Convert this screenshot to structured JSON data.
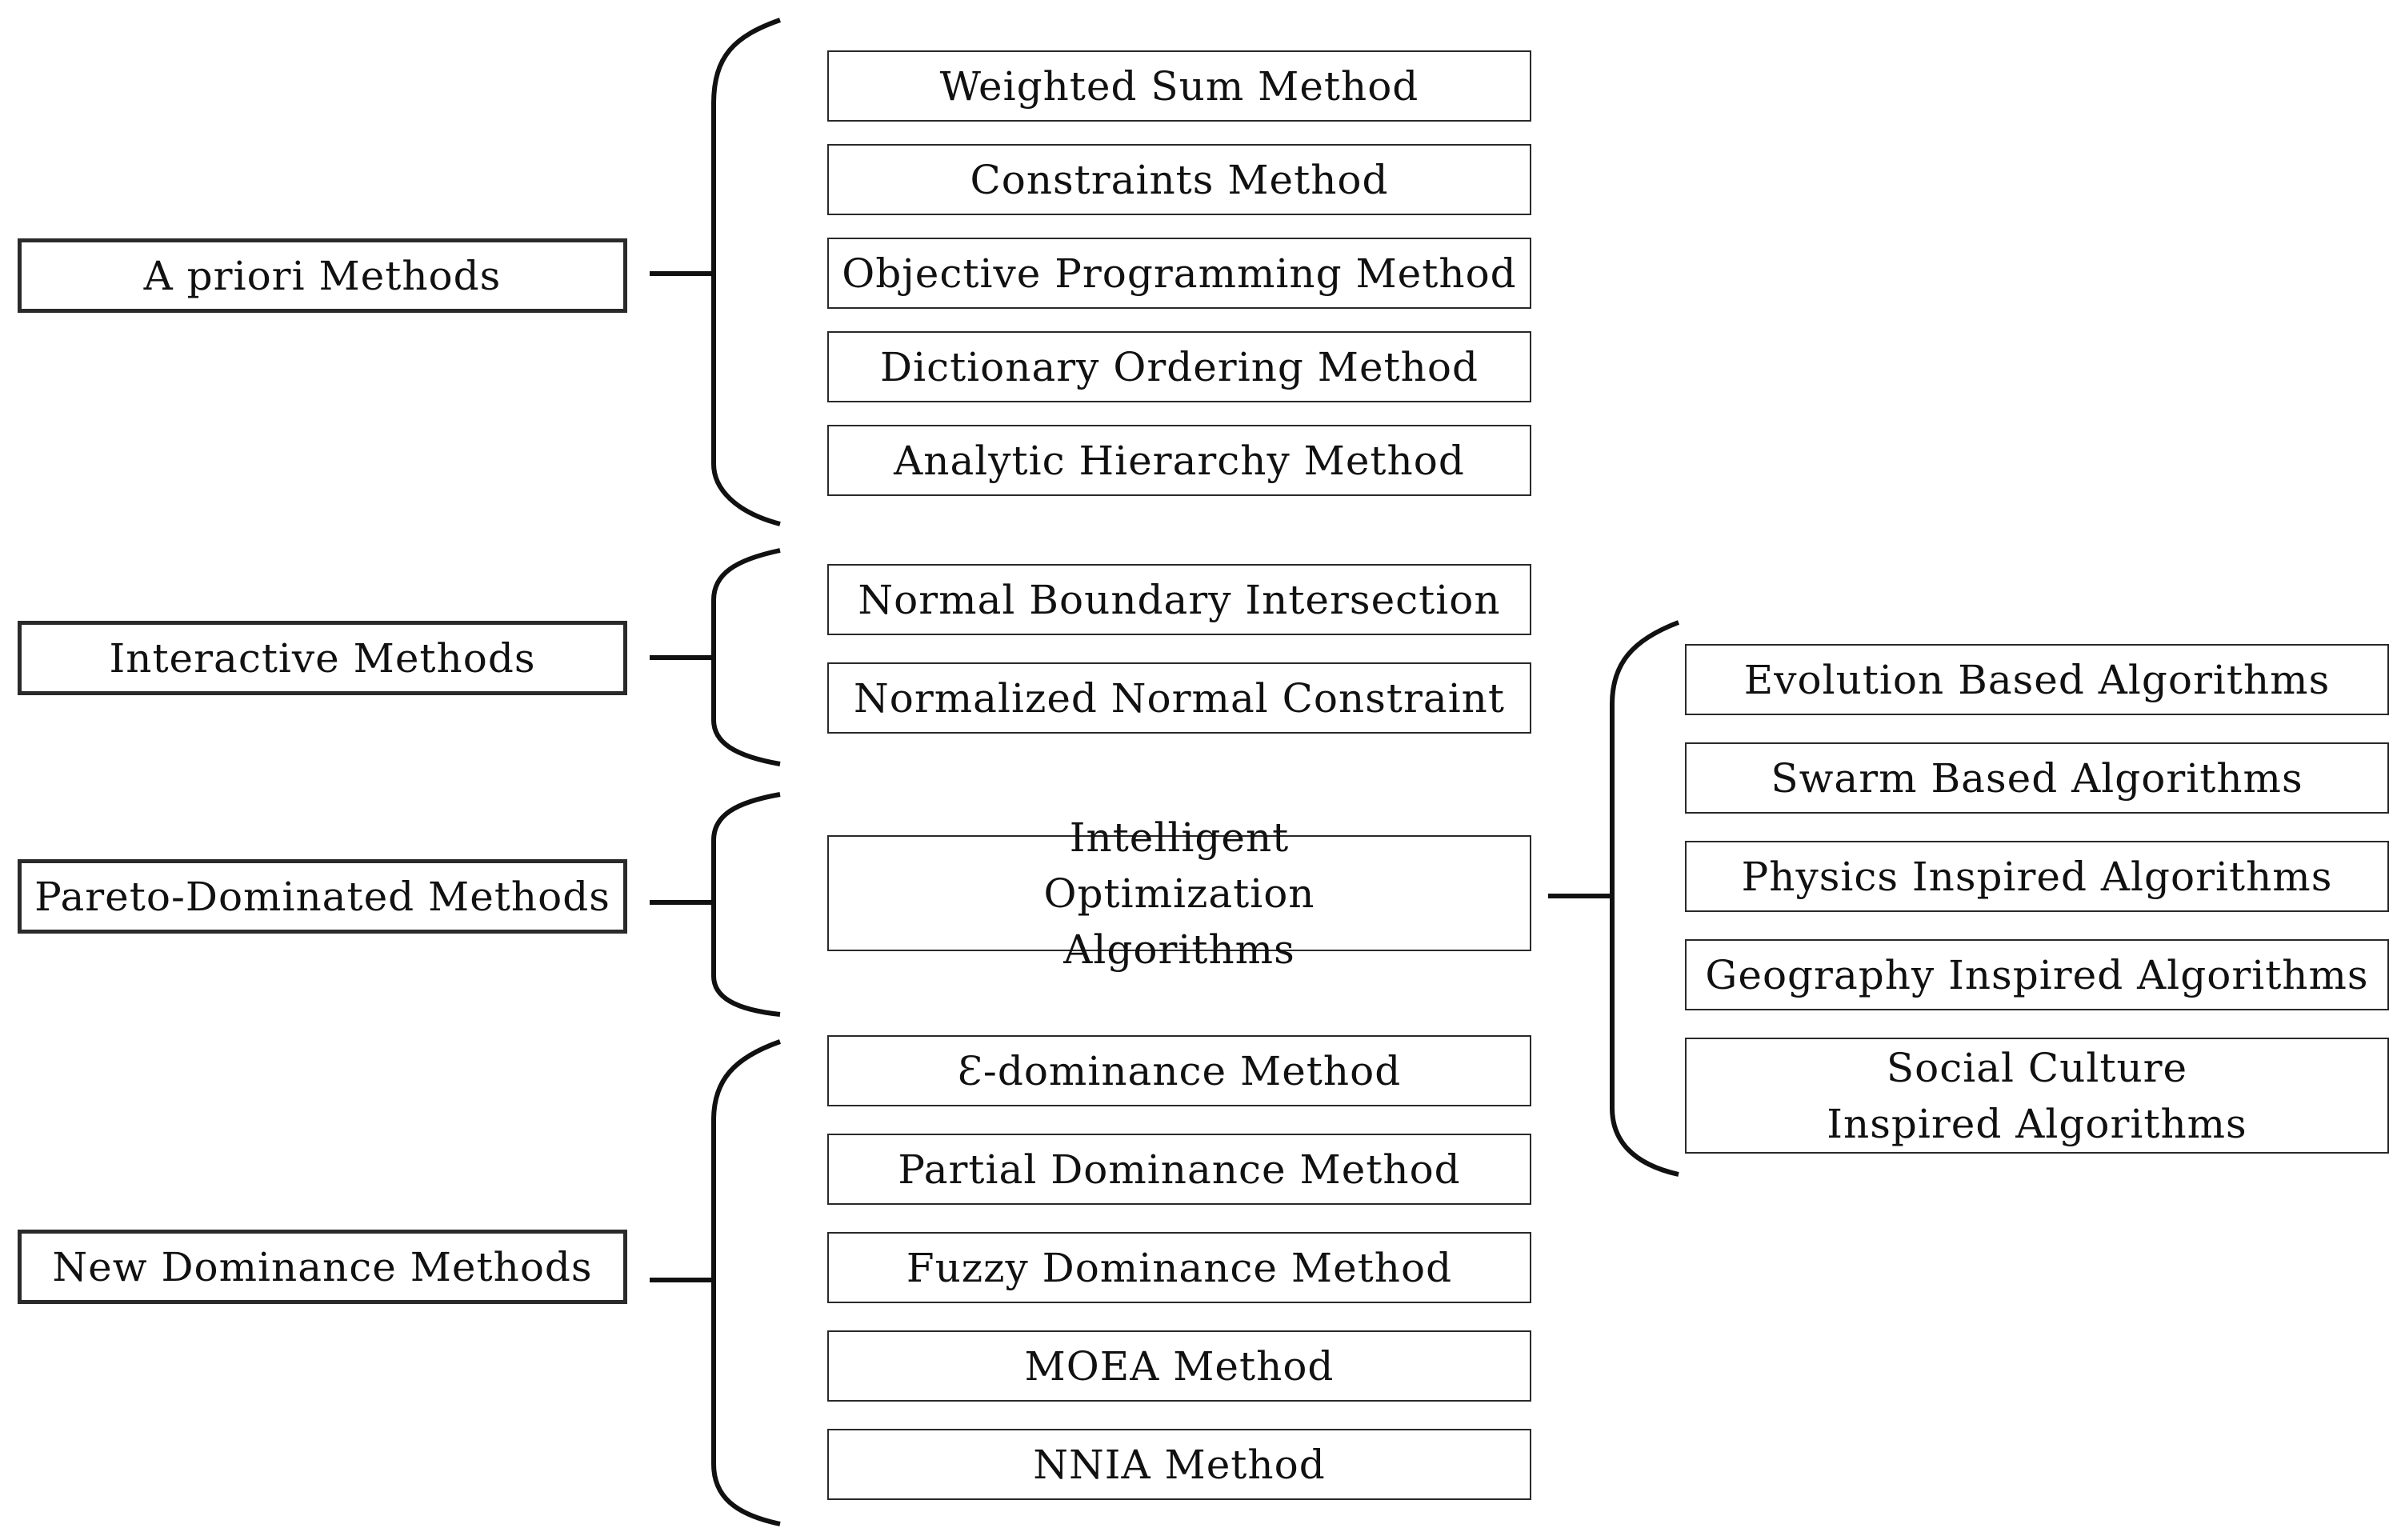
{
  "categories": [
    {
      "label": "A priori Methods",
      "methods": [
        "Weighted Sum Method",
        "Constraints Method",
        "Objective Programming Method",
        "Dictionary Ordering Method",
        "Analytic Hierarchy Method"
      ]
    },
    {
      "label": "Interactive Methods",
      "methods": [
        "Normal Boundary Intersection",
        "Normalized Normal Constraint"
      ]
    },
    {
      "label": "Pareto-Dominated Methods",
      "methods": [
        "Intelligent Optimization Algorithms"
      ]
    },
    {
      "label": "New Dominance Methods",
      "methods": [
        "Ɛ-dominance Method",
        "Partial Dominance Method",
        "Fuzzy Dominance Method",
        "MOEA Method",
        "NNIA Method"
      ]
    }
  ],
  "intelligent_optimization": {
    "subtypes": [
      "Evolution Based Algorithms",
      "Swarm Based Algorithms",
      "Physics Inspired Algorithms",
      "Geography Inspired Algorithms",
      "Social Culture Inspired Algorithms"
    ]
  },
  "colors": {
    "line": "#111111",
    "box_border": "#2a2a2a",
    "text": "#111111",
    "background": "#ffffff"
  }
}
